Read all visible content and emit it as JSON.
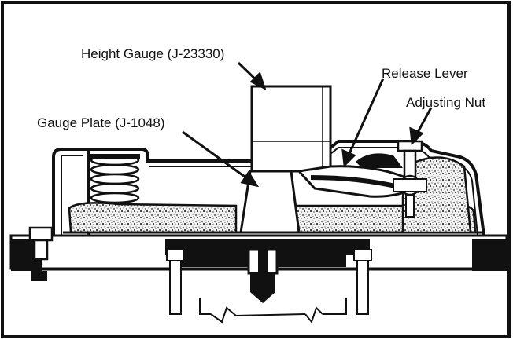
{
  "labels": {
    "height_gauge": "Height Gauge (J-23330)",
    "gauge_plate": "Gauge Plate (J-1048)",
    "release_lever": "Release Lever",
    "adjusting_nut": "Adjusting Nut"
  },
  "colors": {
    "ink": "#111111",
    "paper": "#ffffff",
    "lining_speckle": "#e6e6e6"
  }
}
